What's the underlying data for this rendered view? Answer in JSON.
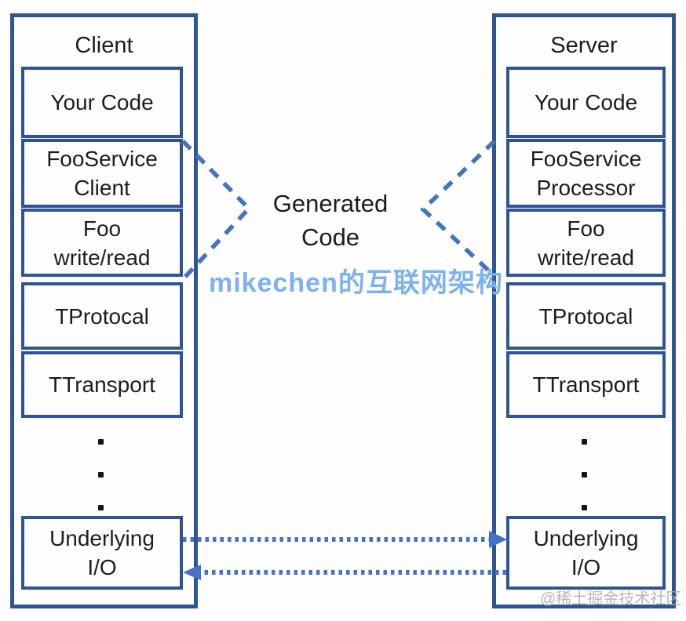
{
  "diagram": {
    "title_semantic": "Thrift client-server layered architecture",
    "client": {
      "title": "Client",
      "layers": [
        "Your Code",
        "FooService\nClient",
        "Foo\nwrite/read",
        "TProtocal",
        "TTransport",
        "Underlying\nI/O"
      ],
      "ellipsis_dots": 3
    },
    "server": {
      "title": "Server",
      "layers": [
        "Your Code",
        "FooService\nProcessor",
        "Foo\nwrite/read",
        "TProtocal",
        "TTransport",
        "Underlying\nI/O"
      ],
      "ellipsis_dots": 3
    },
    "center_label": {
      "line1": "Generated",
      "line2": "Code"
    },
    "watermarks": {
      "center": "mikechen的互联网架构",
      "corner": "@稀土掘金技术社区"
    },
    "colors": {
      "box_border": "#2e5496",
      "connector_blue": "#4472c4",
      "watermark_blue": "#7db1f1",
      "watermark_gray": "#aaaaaa",
      "text": "#1d1d1d",
      "background": "#fefefe"
    }
  }
}
